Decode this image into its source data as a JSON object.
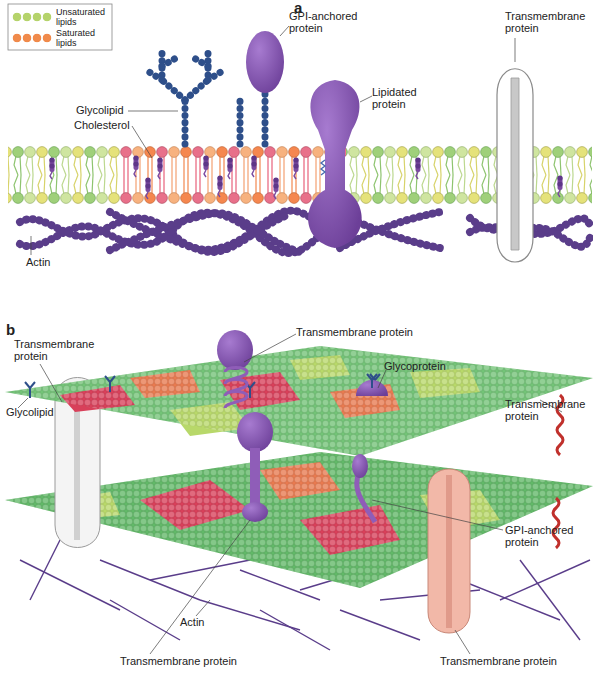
{
  "diagram": {
    "labels": [
      "a",
      "Glycolipid",
      "Cholesterol",
      "GPI-anchored protein",
      "Lipidated protein",
      "Transmembrane protein",
      "Actin",
      "b",
      "Transmembrane protein",
      "Glycolipid",
      "Transmembrane protein",
      "Glycoprotein",
      "Transmembrane protein",
      "GPI-anchored protein",
      "Actin",
      "Transmembrane protein",
      "Transmembrane protein"
    ],
    "legend": [
      {
        "text": "Unsaturated lipids",
        "color": "#b5d36b"
      },
      {
        "text": "Saturated lipids",
        "color": "#f08a4b"
      }
    ]
  }
}
